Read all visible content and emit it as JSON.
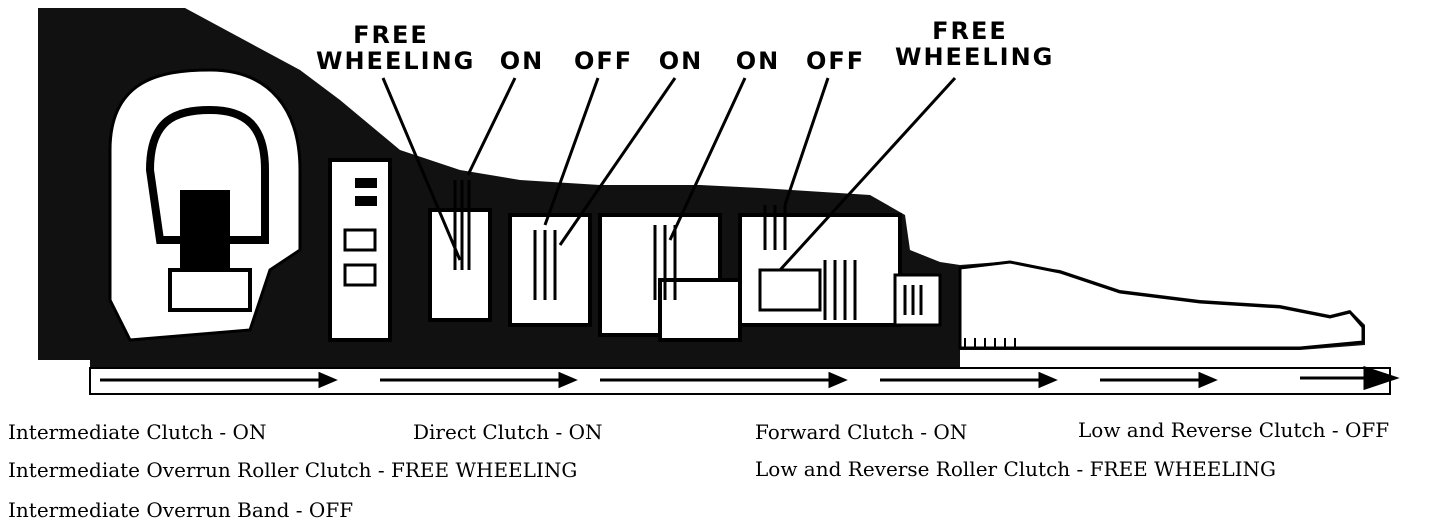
{
  "diagram": {
    "callouts": [
      {
        "id": "fw1",
        "lines": [
          "FREE",
          "WHEELING"
        ]
      },
      {
        "id": "on1",
        "lines": [
          "ON"
        ]
      },
      {
        "id": "off1",
        "lines": [
          "OFF"
        ]
      },
      {
        "id": "on2",
        "lines": [
          "ON"
        ]
      },
      {
        "id": "on3",
        "lines": [
          "ON"
        ]
      },
      {
        "id": "off2",
        "lines": [
          "OFF"
        ]
      },
      {
        "id": "fw2",
        "lines": [
          "FREE",
          "WHEELING"
        ]
      }
    ]
  },
  "captions": {
    "intermediate_clutch": "Intermediate Clutch - ON",
    "direct_clutch": "Direct Clutch - ON",
    "forward_clutch": "Forward Clutch - ON",
    "low_reverse_clutch": "Low and Reverse Clutch - OFF",
    "intermediate_overrun_roller": "Intermediate Overrun Roller Clutch - FREE WHEELING",
    "low_reverse_roller": "Low and Reverse Roller Clutch - FREE WHEELING",
    "intermediate_overrun_band": "Intermediate Overrun Band - OFF"
  }
}
